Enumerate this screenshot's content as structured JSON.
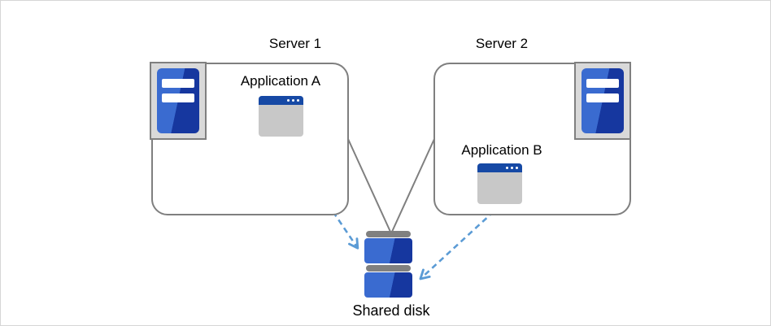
{
  "colors": {
    "canvas-border": "#d6d6d6",
    "box-border": "#7f7f7f",
    "connector-gray": "#7f7f7f",
    "arrow-blue": "#5b9bd5",
    "icon-frame-fill": "#d9d9d9",
    "blue-light": "#3a6bd0",
    "blue-dark": "#16379f",
    "titlebar-blue": "#1649a5",
    "window-body-gray": "#c8c8c8",
    "bar-gray": "#808080",
    "text-black": "#000000"
  },
  "nodes": {
    "server1": {
      "label": "Server 1",
      "icon": "server-tower-icon"
    },
    "server2": {
      "label": "Server 2",
      "icon": "server-tower-icon"
    },
    "application_a": {
      "label": "Application A",
      "icon": "app-window-icon"
    },
    "application_b": {
      "label": "Application B",
      "icon": "app-window-icon"
    },
    "shared_disk": {
      "label": "Shared disk",
      "icon": "disk-stack-icon"
    }
  },
  "connections": [
    {
      "from": "server1",
      "to": "shared_disk",
      "style": "solid-gray-line"
    },
    {
      "from": "server2",
      "to": "shared_disk",
      "style": "solid-gray-line"
    },
    {
      "from": "application_a",
      "to": "shared_disk",
      "style": "dashed-blue-arrow"
    },
    {
      "from": "application_b",
      "to": "shared_disk",
      "style": "dashed-blue-arrow"
    }
  ]
}
